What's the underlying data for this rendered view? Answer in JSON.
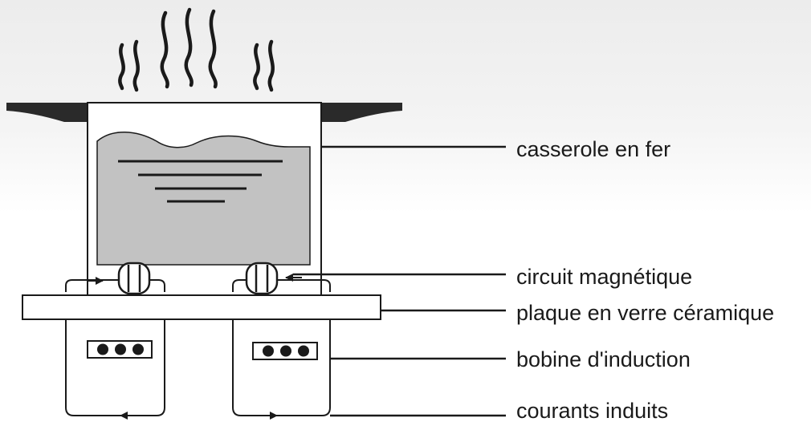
{
  "labels": {
    "pan": "casserole en fer",
    "magnetic_circuit": "circuit magnétique",
    "ceramic_plate": "plaque en verre céramique",
    "induction_coil": "bobine d'induction",
    "induced_currents": "courants induits"
  },
  "colors": {
    "line": "#1a1a1a",
    "liquid": "#c2c2c2",
    "coil": "#ffffff"
  }
}
